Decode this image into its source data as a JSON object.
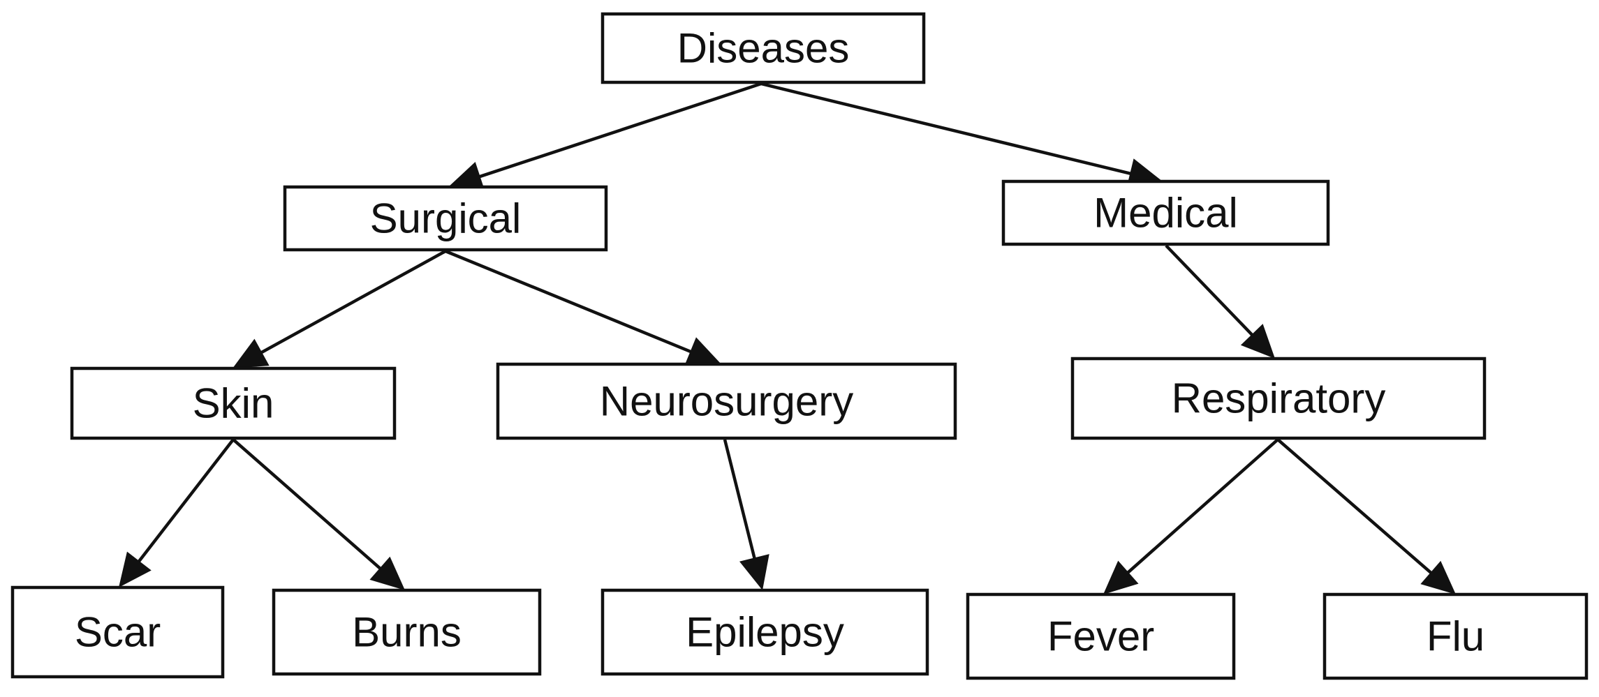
{
  "diagram": {
    "type": "tree",
    "colors": {
      "stroke": "#111111",
      "background": "#ffffff"
    },
    "nodes": [
      {
        "id": "diseases",
        "label": "Diseases"
      },
      {
        "id": "surgical",
        "label": "Surgical"
      },
      {
        "id": "medical",
        "label": "Medical"
      },
      {
        "id": "skin",
        "label": "Skin"
      },
      {
        "id": "neurosurgery",
        "label": "Neurosurgery"
      },
      {
        "id": "respiratory",
        "label": "Respiratory"
      },
      {
        "id": "scar",
        "label": "Scar"
      },
      {
        "id": "burns",
        "label": "Burns"
      },
      {
        "id": "epilepsy",
        "label": "Epilepsy"
      },
      {
        "id": "fever",
        "label": "Fever"
      },
      {
        "id": "flu",
        "label": "Flu"
      }
    ],
    "edges": [
      {
        "from": "diseases",
        "to": "surgical"
      },
      {
        "from": "diseases",
        "to": "medical"
      },
      {
        "from": "surgical",
        "to": "skin"
      },
      {
        "from": "surgical",
        "to": "neurosurgery"
      },
      {
        "from": "medical",
        "to": "respiratory"
      },
      {
        "from": "skin",
        "to": "scar"
      },
      {
        "from": "skin",
        "to": "burns"
      },
      {
        "from": "neurosurgery",
        "to": "epilepsy"
      },
      {
        "from": "respiratory",
        "to": "fever"
      },
      {
        "from": "respiratory",
        "to": "flu"
      }
    ]
  }
}
